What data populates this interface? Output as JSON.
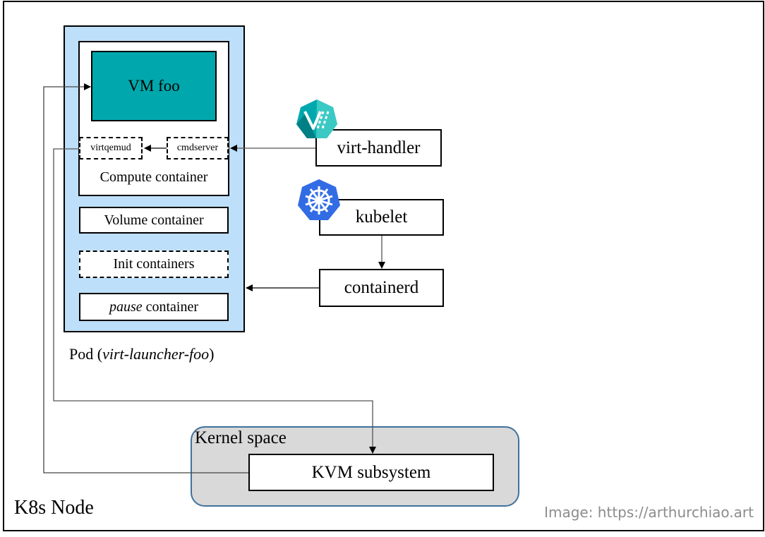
{
  "diagram": {
    "node_label": "K8s Node",
    "pod": {
      "label_prefix": "Pod (",
      "label_name": "virt-launcher-foo",
      "label_suffix": ")",
      "fill_color": "#bddff9",
      "compute_container": {
        "label": "Compute container",
        "vm": {
          "label": "VM foo",
          "fill_color": "#00a8ad"
        },
        "virtqemud": "virtqemud",
        "cmdserver": "cmdserver"
      },
      "volume_container": "Volume container",
      "init_containers": "Init containers",
      "pause_container": {
        "italic": "pause",
        "rest": " container"
      }
    },
    "components": {
      "virt_handler": {
        "label": "virt-handler",
        "icon": "kubevirt-logo-icon",
        "icon_color": "#00a8ad"
      },
      "kubelet": {
        "label": "kubelet",
        "icon": "kubernetes-logo-icon",
        "icon_color": "#326ce5"
      },
      "containerd": {
        "label": "containerd"
      }
    },
    "kernel_space": {
      "label": "Kernel space",
      "fill_color": "#d9d9d9",
      "border_color": "#41719c",
      "kvm": "KVM subsystem"
    },
    "edges": [
      {
        "from": "virt-handler",
        "to": "cmdserver"
      },
      {
        "from": "cmdserver",
        "to": "virtqemud"
      },
      {
        "from": "kubelet",
        "to": "containerd"
      },
      {
        "from": "containerd",
        "to": "pod"
      },
      {
        "from": "virtqemud",
        "to": "KVM subsystem"
      },
      {
        "from": "KVM subsystem",
        "to": "VM foo"
      }
    ],
    "watermark": "Image: https://arthurchiao.art"
  }
}
